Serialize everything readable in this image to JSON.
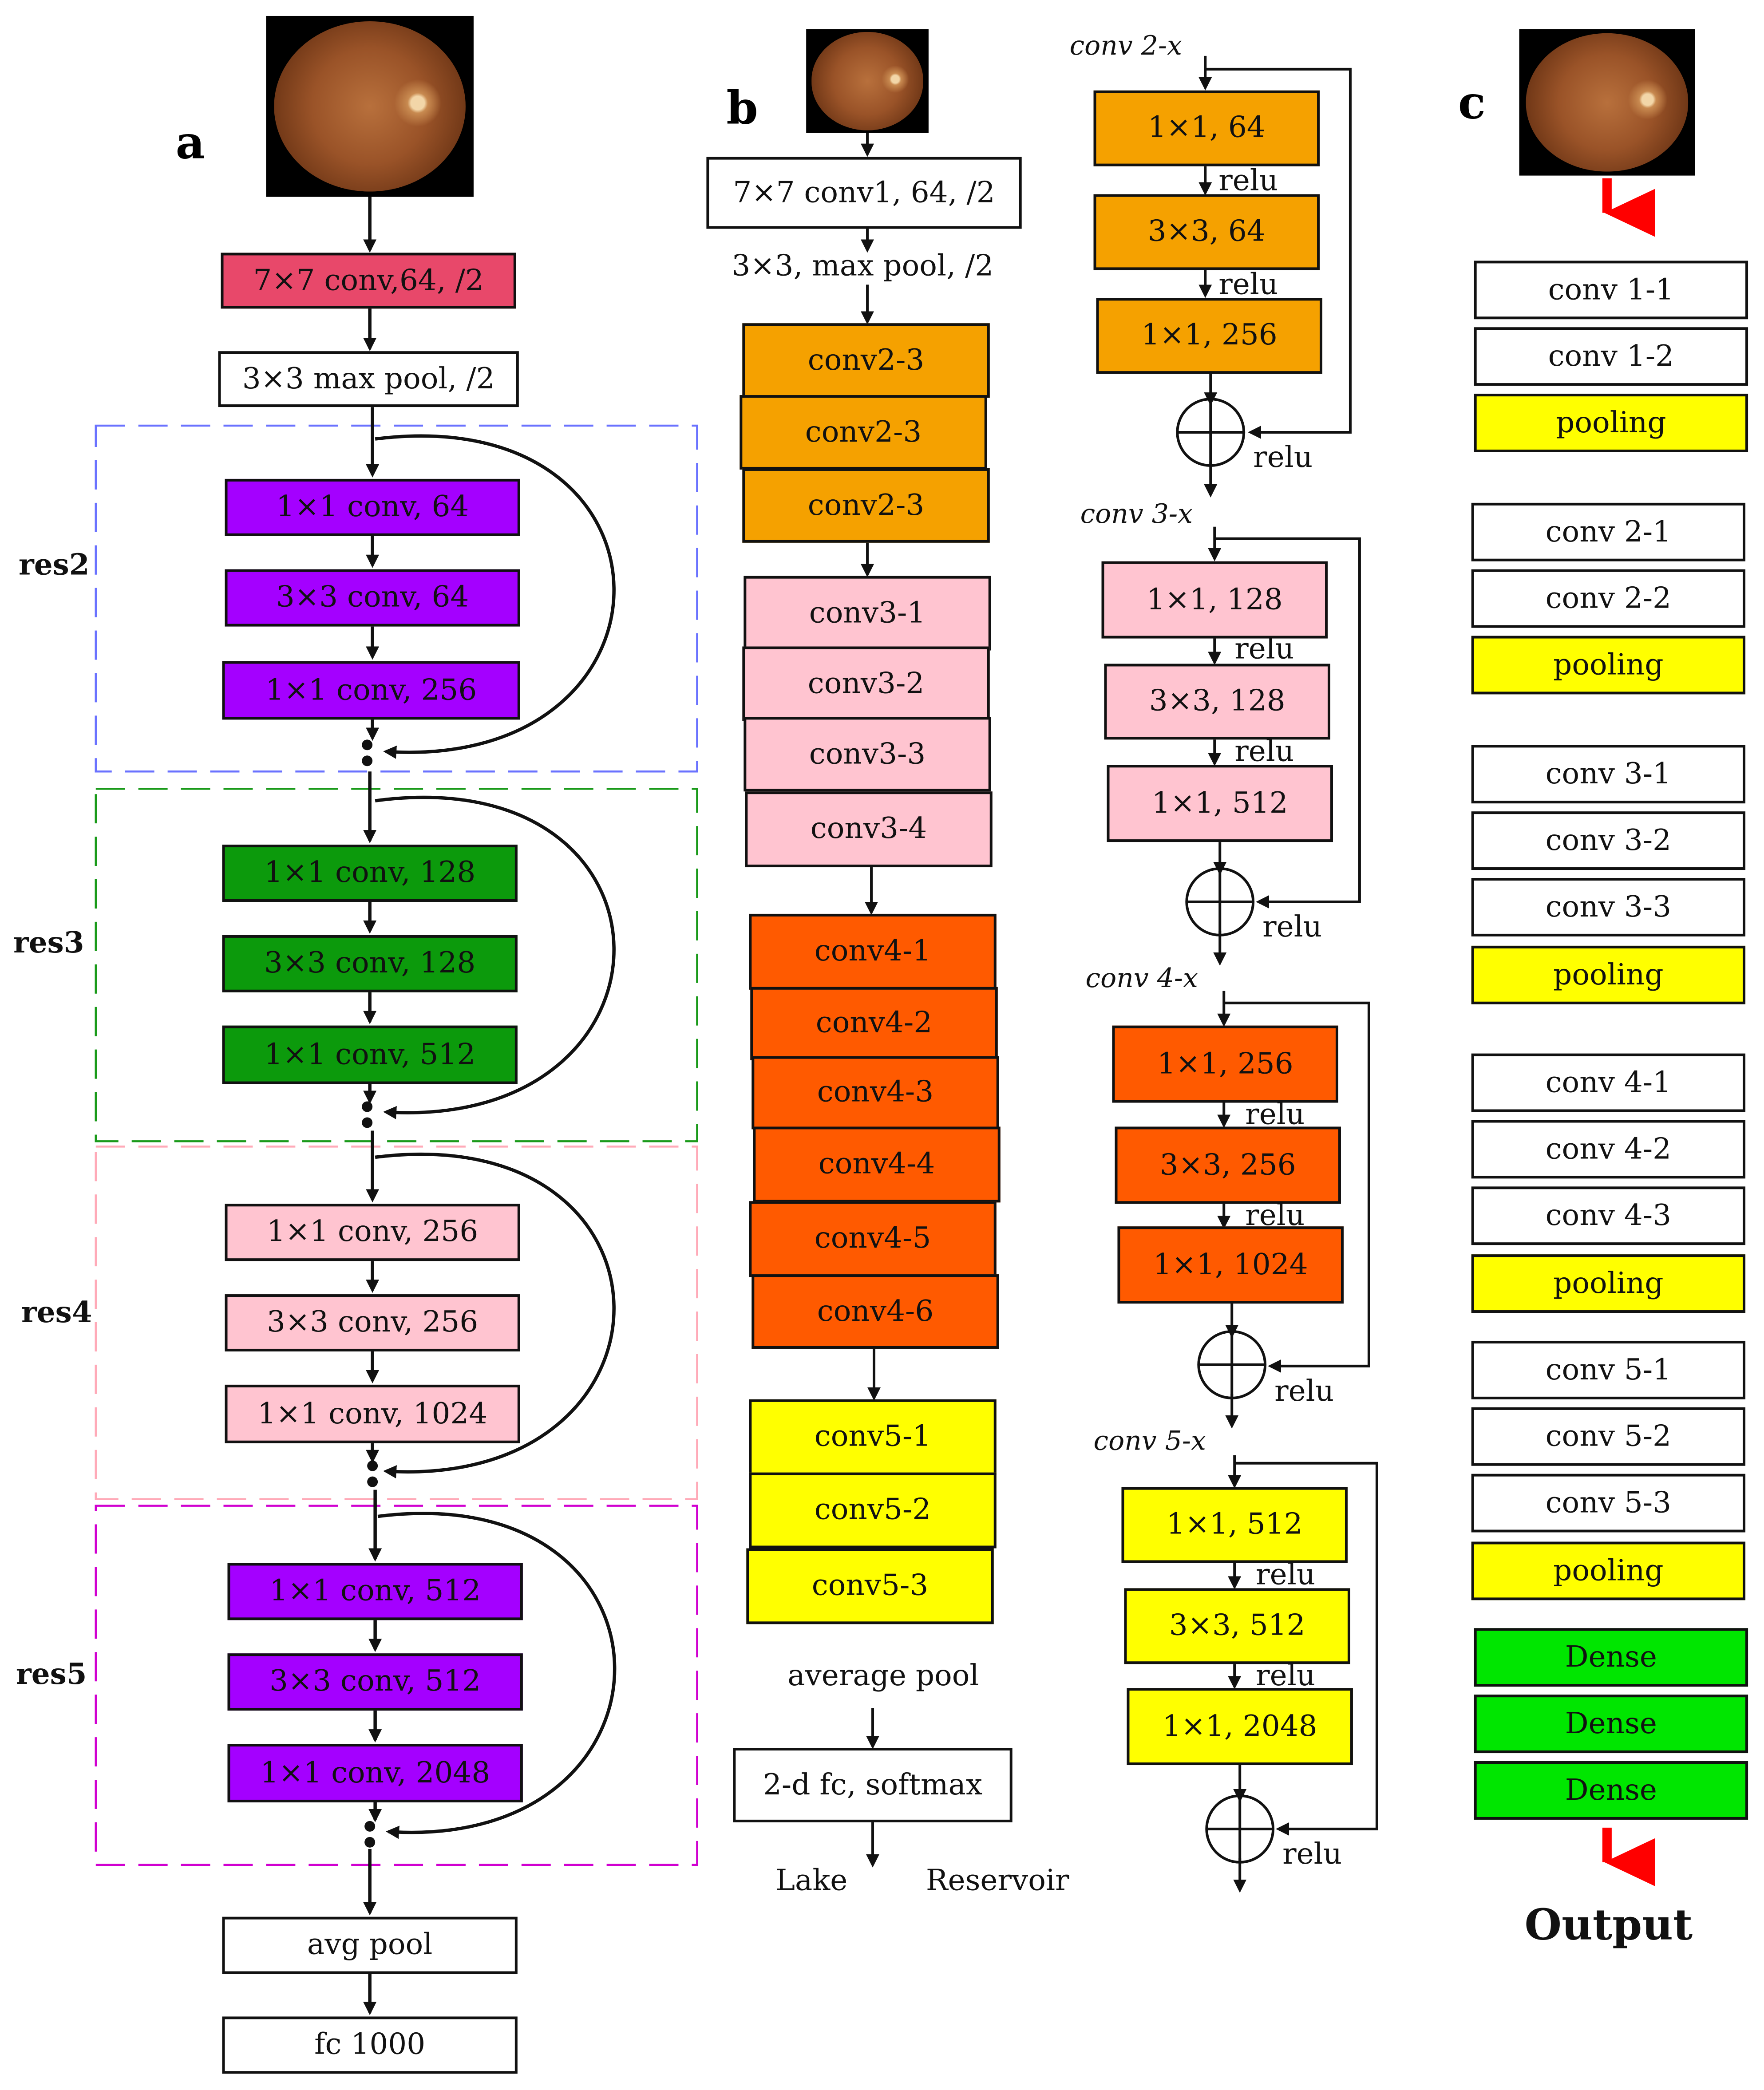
{
  "panels": {
    "a": {
      "label": "a"
    },
    "b": {
      "label": "b"
    },
    "c": {
      "label": "c"
    }
  },
  "colors": {
    "red_pink": "#e8486a",
    "purple": "#a400ff",
    "green": "#0c9a0c",
    "light_pink": "#ffc4d0",
    "orange_light": "#f5a100",
    "orange_dark": "#ff5a00",
    "yellow": "#ffff00",
    "dense_green": "#00e600",
    "arrow_red": "#ff0000"
  },
  "images": {
    "fundus_a": "fundus-image",
    "fundus_b": "fundus-image",
    "fundus_c": "fundus-image"
  },
  "a": {
    "conv1": "7×7 conv,64, /2",
    "maxpool": "3×3 max pool, /2",
    "res2": {
      "name": "res2",
      "layers": [
        "1×1 conv, 64",
        "3×3 conv, 64",
        "1×1 conv, 256"
      ]
    },
    "res3": {
      "name": "res3",
      "layers": [
        "1×1 conv, 128",
        "3×3 conv, 128",
        "1×1 conv, 512"
      ]
    },
    "res4": {
      "name": "res4",
      "layers": [
        "1×1 conv, 256",
        "3×3 conv, 256",
        "1×1 conv, 1024"
      ]
    },
    "res5": {
      "name": "res5",
      "layers": [
        "1×1 conv, 512",
        "3×3 conv, 512",
        "1×1 conv, 2048"
      ]
    },
    "avgpool": "avg pool",
    "fc": "fc 1000"
  },
  "b": {
    "conv1": "7×7 conv1, 64, /2",
    "maxpool": "3×3, max pool, /2",
    "conv2": [
      "conv2-3",
      "conv2-3",
      "conv2-3"
    ],
    "conv3": [
      "conv3-1",
      "conv3-2",
      "conv3-3",
      "conv3-4"
    ],
    "conv4": [
      "conv4-1",
      "conv4-2",
      "conv4-3",
      "conv4-4",
      "conv4-5",
      "conv4-6"
    ],
    "conv5": [
      "conv5-1",
      "conv5-2",
      "conv5-3"
    ],
    "avgpool": "average pool",
    "fc": "2-d fc, softmax",
    "out_left": "Lake",
    "out_right": "Reservoir"
  },
  "bottleneck": {
    "relu": "relu",
    "blocks": [
      {
        "title": "conv 2-x",
        "layers": [
          "1×1, 64",
          "3×3, 64",
          "1×1, 256"
        ]
      },
      {
        "title": "conv 3-x",
        "layers": [
          "1×1, 128",
          "3×3, 128",
          "1×1, 512"
        ]
      },
      {
        "title": "conv 4-x",
        "layers": [
          "1×1, 256",
          "3×3, 256",
          "1×1, 1024"
        ]
      },
      {
        "title": "conv 5-x",
        "layers": [
          "1×1, 512",
          "3×3, 512",
          "1×1, 2048"
        ]
      }
    ]
  },
  "c": {
    "groups": [
      [
        "conv 1-1",
        "conv 1-2",
        "pooling"
      ],
      [
        "conv 2-1",
        "conv 2-2",
        "pooling"
      ],
      [
        "conv 3-1",
        "conv 3-2",
        "conv 3-3",
        "pooling"
      ],
      [
        "conv 4-1",
        "conv 4-2",
        "conv 4-3",
        "pooling"
      ],
      [
        "conv 5-1",
        "conv 5-2",
        "conv 5-3",
        "pooling"
      ]
    ],
    "dense": [
      "Dense",
      "Dense",
      "Dense"
    ],
    "output": "Output"
  }
}
